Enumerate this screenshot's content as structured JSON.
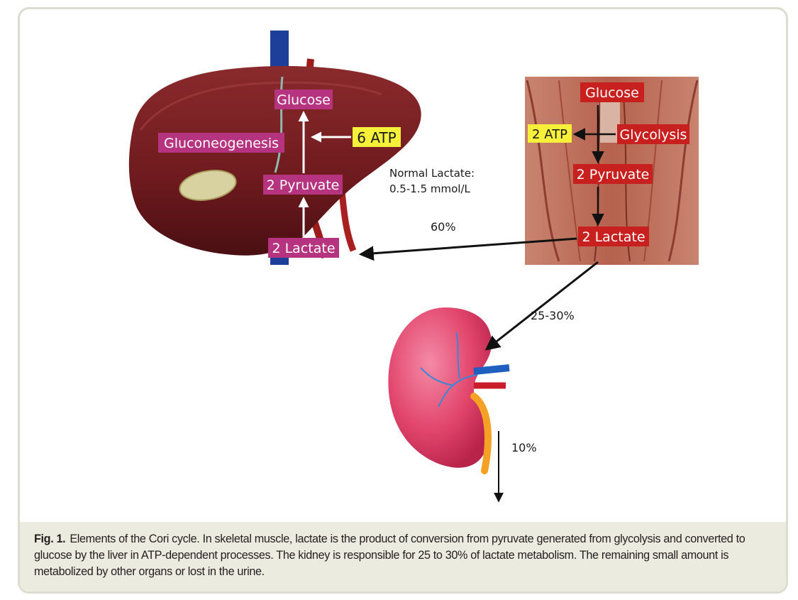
{
  "liver": {
    "glucose": "Glucose",
    "gluconeogenesis": "Gluconeogenesis",
    "atp": "6 ATP",
    "pyruvate": "2 Pyruvate",
    "lactate": "2 Lactate"
  },
  "muscle": {
    "glucose": "Glucose",
    "glycolysis": "Glycolysis",
    "atp": "2 ATP",
    "pyruvate": "2 Pyruvate",
    "lactate": "2 Lactate"
  },
  "normal_lactate": {
    "line1": "Normal Lactate:",
    "line2": "0.5-1.5 mmol/L"
  },
  "percentages": {
    "liver": "60%",
    "kidney": "25-30%",
    "other": "10%"
  },
  "caption": {
    "label": "Fig. 1.",
    "text": "Elements of the Cori cycle. In skeletal muscle, lactate is the product of conversion from pyruvate generated from glycolysis and converted to glucose by the liver in ATP-dependent processes. The kidney is responsible for 25 to 30% of lactate metabolism. The remaining small amount is metabolized by other organs or lost in the urine."
  },
  "colors": {
    "liver_label_bg": "#b5337f",
    "muscle_label_bg": "#c8201e",
    "atp_bg": "#f7f03b",
    "liver_tissue": "#7b1e22",
    "kidney": "#e2456c",
    "caption_bg": "#ebebdf"
  }
}
